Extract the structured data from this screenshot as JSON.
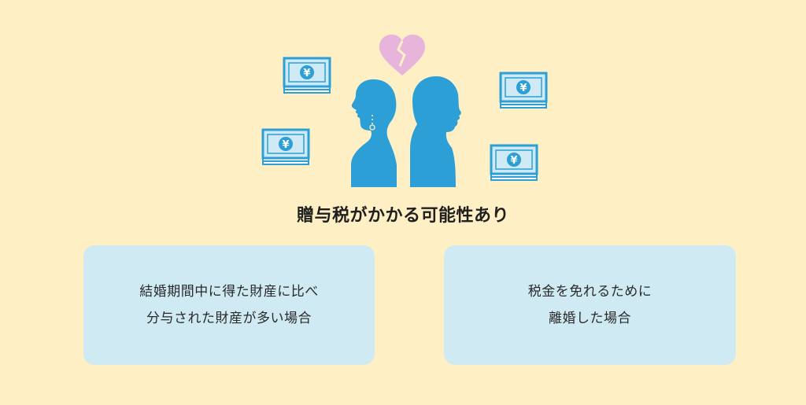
{
  "headline": "贈与税がかかる可能性あり",
  "cards": [
    {
      "lines": [
        "結婚期間中に得た財産に比べ",
        "分与された財産が多い場合"
      ]
    },
    {
      "lines": [
        "税金を免れるために",
        "離婚した場合"
      ]
    }
  ],
  "colors": {
    "background": "#ffefc5",
    "silhouette": "#2b9fd6",
    "heart": "#e7b4dc",
    "card": "#cfeaf2",
    "money_bg": "#cfe9f5",
    "money_line": "#2b9fd6"
  },
  "banknote_symbol": "¥",
  "icons": [
    "broken-heart-icon",
    "woman-silhouette-icon",
    "man-silhouette-icon",
    "yen-banknote-icon"
  ]
}
